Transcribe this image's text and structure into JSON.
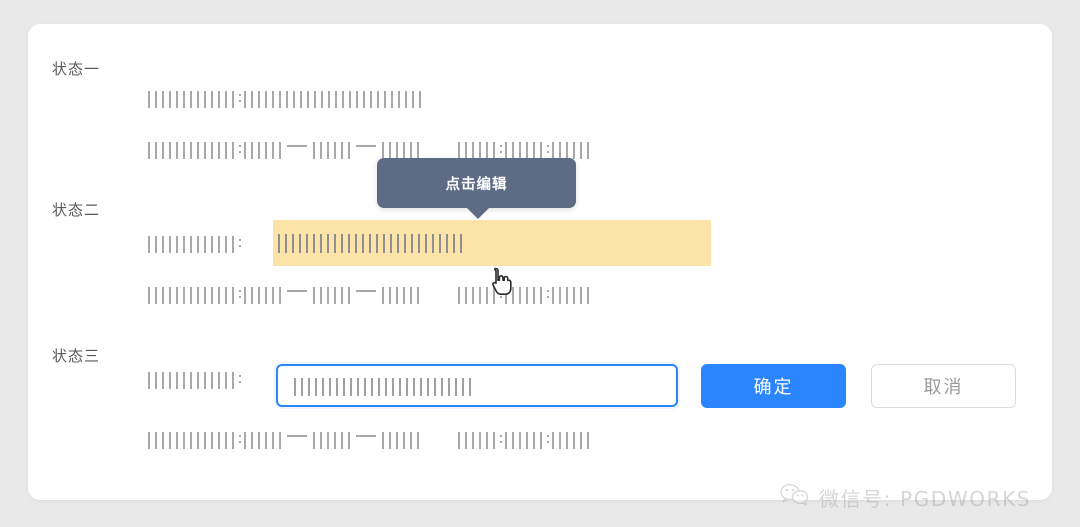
{
  "page": {
    "background_color": "#e9e9e9",
    "card_background": "#ffffff"
  },
  "states": [
    {
      "id": "state-one",
      "label": "状态一"
    },
    {
      "id": "state-two",
      "label": "状态二"
    },
    {
      "id": "state-three",
      "label": "状态三"
    }
  ],
  "tooltip": {
    "text": "点击编辑",
    "background_color": "#5d6b85",
    "text_color": "#ffffff"
  },
  "highlight": {
    "color": "#fce3a8",
    "description": "editable-field-hover-highlight"
  },
  "input": {
    "value": "",
    "placeholder": "",
    "border_color": "#2b85fc",
    "focused": true
  },
  "buttons": {
    "confirm": {
      "label": "确定",
      "color": "#2b85fc",
      "text_color": "#ffffff"
    },
    "cancel": {
      "label": "取消",
      "color": "#ffffff",
      "text_color": "#9b9b9b"
    }
  },
  "cursor": {
    "icon": "pointing-hand-cursor"
  },
  "watermark": {
    "icon": "wechat-icon",
    "text": "微信号: PGDWORKS",
    "color": "#a0a0a0"
  },
  "redacted": {
    "note": "All body copy is rendered as abstract vertical-bar placeholders (lorem-style redaction), not real glyphs.",
    "bar_color": "#a8a8a8",
    "rows": [
      {
        "name": "state-one-field-row",
        "label_bars": 13,
        "value_bars": 26
      },
      {
        "name": "state-one-datetime-row",
        "label_bars": 13,
        "date_groups": [
          6,
          6,
          6
        ],
        "time_groups": [
          6,
          6,
          6
        ]
      },
      {
        "name": "state-two-field-row",
        "label_bars": 13,
        "value_bars": 27
      },
      {
        "name": "state-two-datetime-row",
        "label_bars": 13,
        "date_groups": [
          6,
          6,
          6
        ],
        "time_groups": [
          6,
          6,
          6
        ]
      },
      {
        "name": "state-three-field-row",
        "label_bars": 13,
        "value_bars": 26
      },
      {
        "name": "state-three-datetime-row",
        "label_bars": 13,
        "date_groups": [
          6,
          6,
          6
        ],
        "time_groups": [
          6,
          6,
          6
        ]
      }
    ]
  }
}
